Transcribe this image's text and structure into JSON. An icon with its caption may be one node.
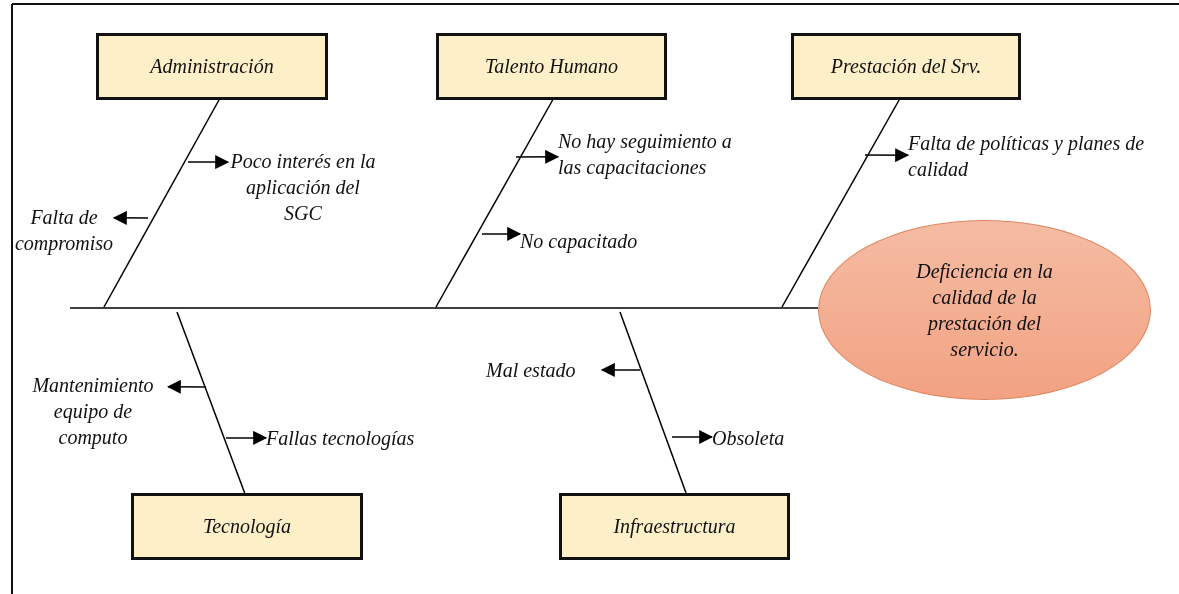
{
  "diagram": {
    "nodes": [
      {
        "text": [
          "Administración"
        ]
      },
      {
        "text": [
          "Talento Humano"
        ]
      },
      {
        "text": [
          "Prestación del Srv."
        ]
      },
      {
        "text": [
          "Deficiencia en la calidad de la prestación del servicio."
        ]
      },
      {
        "text": [
          "Poco interés en la aplicación del SGC"
        ]
      },
      {
        "text": [
          "Falta de compromiso"
        ]
      },
      {
        "text": [
          "No hay seguimiento a las capacitaciones"
        ]
      },
      {
        "text": [
          "No capacitado"
        ]
      },
      {
        "text": [
          "Falta de políticas y planes de calidad"
        ]
      },
      {
        "text": [
          "Mantenimiento equipo de computo"
        ]
      },
      {
        "text": [
          "Fallas tecnologías"
        ]
      },
      {
        "text": [
          "Mal estado"
        ]
      },
      {
        "text": [
          "Obsoleta"
        ]
      },
      {
        "text": [
          "Tecnología"
        ]
      },
      {
        "text": [
          "Infraestructura"
        ]
      }
    ],
    "edges": [
      {
        "from": 0,
        "to": null,
        "arrow": "none"
      },
      {
        "from": 1,
        "to": null,
        "arrow": "none"
      },
      {
        "from": 2,
        "to": null,
        "arrow": "none"
      },
      {
        "from": 13,
        "to": null,
        "arrow": "none"
      },
      {
        "from": 14,
        "to": null,
        "arrow": "none"
      },
      {
        "from": null,
        "to": 3,
        "arrow": "none"
      },
      {
        "from": null,
        "to": 4,
        "arrow": "to"
      },
      {
        "from": null,
        "to": 5,
        "arrow": "to"
      },
      {
        "from": null,
        "to": 6,
        "arrow": "to"
      },
      {
        "from": null,
        "to": 7,
        "arrow": "to"
      },
      {
        "from": null,
        "to": 8,
        "arrow": "to"
      },
      {
        "from": null,
        "to": 9,
        "arrow": "to"
      },
      {
        "from": null,
        "to": 10,
        "arrow": "to"
      },
      {
        "from": null,
        "to": 11,
        "arrow": "to"
      },
      {
        "from": null,
        "to": 12,
        "arrow": "to"
      }
    ]
  }
}
